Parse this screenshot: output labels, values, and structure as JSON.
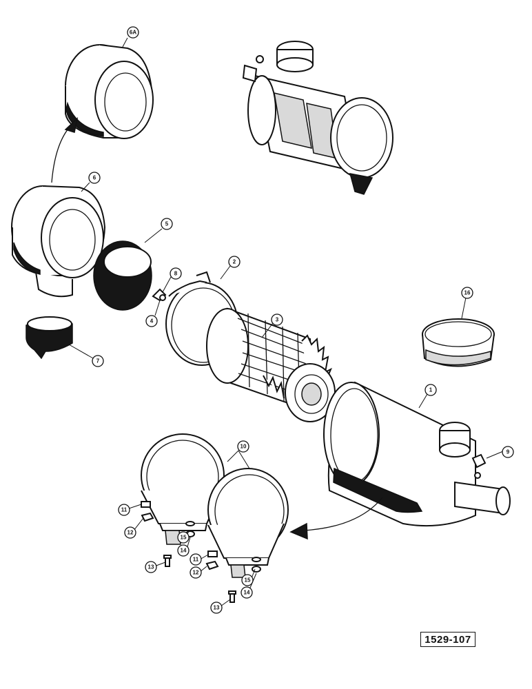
{
  "diagram": {
    "reference_number": "1529-107",
    "callouts": [
      {
        "id": "callout-6a",
        "label": "6A"
      },
      {
        "id": "callout-6",
        "label": "6"
      },
      {
        "id": "callout-5",
        "label": "5"
      },
      {
        "id": "callout-8",
        "label": "8"
      },
      {
        "id": "callout-4",
        "label": "4"
      },
      {
        "id": "callout-2",
        "label": "2"
      },
      {
        "id": "callout-3",
        "label": "3"
      },
      {
        "id": "callout-7",
        "label": "7"
      },
      {
        "id": "callout-16",
        "label": "16"
      },
      {
        "id": "callout-1",
        "label": "1"
      },
      {
        "id": "callout-9",
        "label": "9"
      },
      {
        "id": "callout-10",
        "label": "10"
      },
      {
        "id": "callout-11a",
        "label": "11"
      },
      {
        "id": "callout-12a",
        "label": "12"
      },
      {
        "id": "callout-15a",
        "label": "15"
      },
      {
        "id": "callout-14a",
        "label": "14"
      },
      {
        "id": "callout-13a",
        "label": "13"
      },
      {
        "id": "callout-11b",
        "label": "11"
      },
      {
        "id": "callout-12b",
        "label": "12"
      },
      {
        "id": "callout-15b",
        "label": "15"
      },
      {
        "id": "callout-14b",
        "label": "14"
      },
      {
        "id": "callout-13b",
        "label": "13"
      }
    ]
  }
}
